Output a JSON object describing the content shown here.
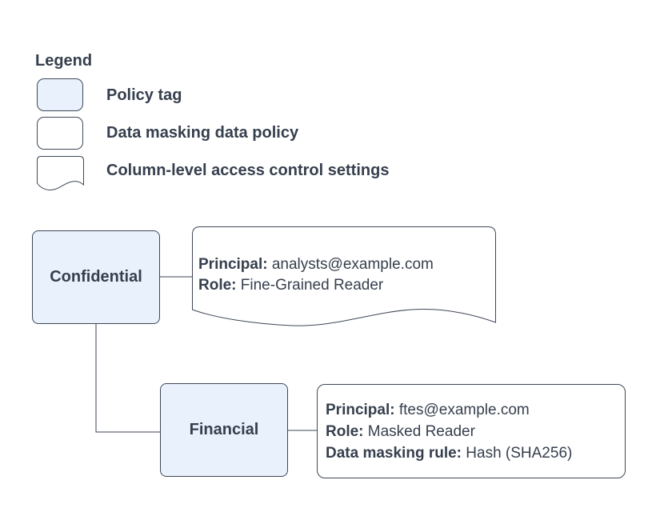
{
  "legend": {
    "title": "Legend",
    "items": [
      {
        "shape": "policy-tag",
        "label": "Policy tag"
      },
      {
        "shape": "data-masking-data-policy",
        "label": "Data masking data policy"
      },
      {
        "shape": "column-level-access-control-settings",
        "label": "Column-level access control settings"
      }
    ]
  },
  "diagram": {
    "nodes": {
      "confidential": {
        "label": "Confidential",
        "type": "policy-tag"
      },
      "financial": {
        "label": "Financial",
        "type": "policy-tag"
      }
    },
    "access_note": {
      "type": "column-level-access-control-settings",
      "attached_to": "Confidential",
      "lines": [
        {
          "label": "Principal:",
          "value": "analysts@example.com"
        },
        {
          "label": "Role:",
          "value": "Fine-Grained Reader"
        }
      ]
    },
    "masking_policy": {
      "type": "data-masking-data-policy",
      "attached_to": "Financial",
      "lines": [
        {
          "label": "Principal:",
          "value": "ftes@example.com"
        },
        {
          "label": "Role:",
          "value": "Masked Reader"
        },
        {
          "label": "Data masking rule:",
          "value": "Hash (SHA256)"
        }
      ]
    }
  },
  "colors": {
    "policy_tag_fill": "#e9f1fc",
    "shape_fill": "#ffffff",
    "stroke": "#3e4757",
    "text": "#363f4d",
    "background": "#ffffff"
  }
}
